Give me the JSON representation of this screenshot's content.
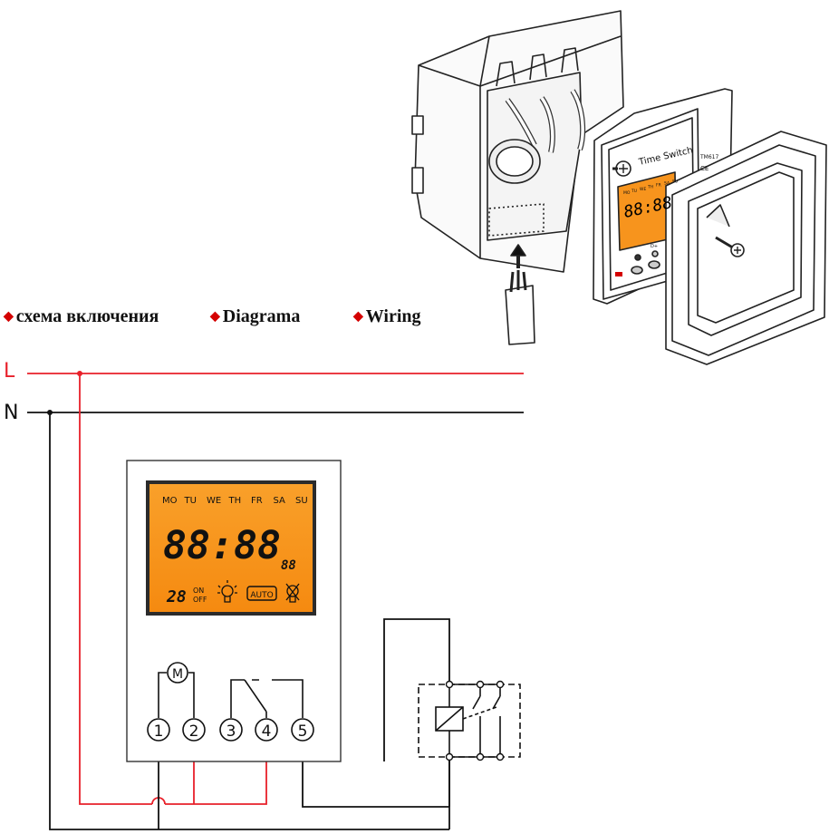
{
  "legend": {
    "items": [
      {
        "marker": "◆",
        "label": "схема включения"
      },
      {
        "marker": "◆",
        "label": "Diagrama"
      },
      {
        "marker": "◆",
        "label": "Wiring"
      }
    ]
  },
  "lines": {
    "live": "L",
    "neutral": "N"
  },
  "lcd": {
    "days": [
      "MO",
      "TU",
      "WE",
      "TH",
      "FR",
      "SA",
      "SU"
    ],
    "time": "88:88",
    "seconds": "88",
    "program": "28",
    "on": "ON",
    "off": "OFF",
    "auto": "AUTO"
  },
  "terminals": [
    "1",
    "2",
    "3",
    "4",
    "5"
  ],
  "motor": "M",
  "device": {
    "title": "Time Switch",
    "model": "TM617",
    "ce": "CE",
    "small_days": [
      "MO",
      "TU",
      "WE",
      "TH",
      "FR",
      "SA",
      "SU"
    ],
    "small_time": "88:88",
    "button_label": "D+"
  },
  "colors": {
    "live": "#e8202a",
    "neutral": "#111111",
    "lcd": "#f7941d",
    "marker": "#d40000"
  }
}
